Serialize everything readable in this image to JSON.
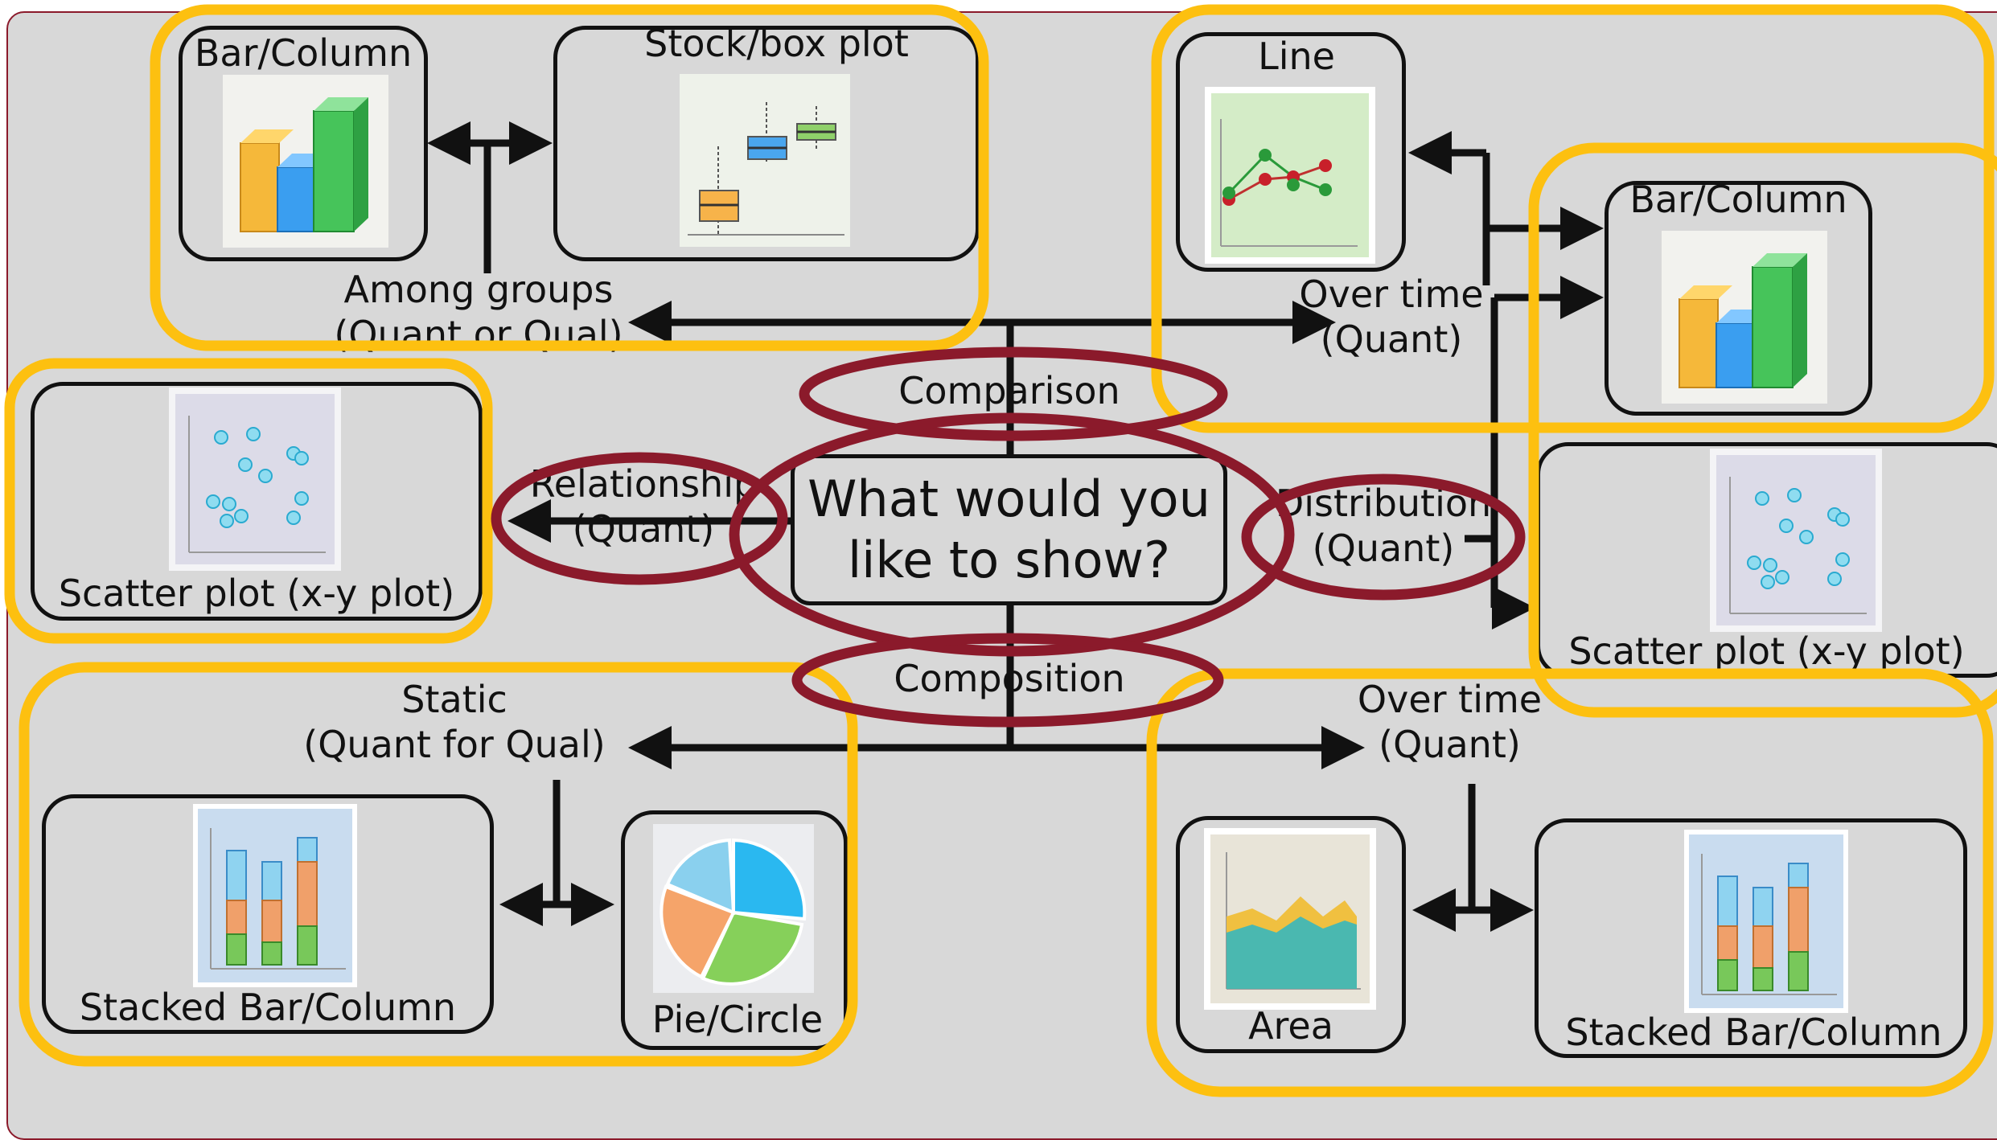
{
  "center": {
    "line1": "What would you",
    "line2": "like to show?"
  },
  "categories": {
    "comparison": "Comparison",
    "relationship_line1": "Relationship",
    "relationship_line2": "(Quant)",
    "distribution_line1": "Distribution",
    "distribution_line2": "(Quant)",
    "composition": "Composition"
  },
  "branches": {
    "among_groups_line1": "Among groups",
    "among_groups_line2": "(Quant or Qual)",
    "over_time_top_line1": "Over time",
    "over_time_top_line2": "(Quant)",
    "static_line1": "Static",
    "static_line2": "(Quant for Qual)",
    "over_time_bottom_line1": "Over time",
    "over_time_bottom_line2": "(Quant)"
  },
  "charts": {
    "bar_column_top": "Bar/Column",
    "stock_box": "Stock/box plot",
    "line": "Line",
    "bar_column_right": "Bar/Column",
    "scatter_left": "Scatter plot (x-y plot)",
    "scatter_right": "Scatter plot (x-y plot)",
    "stacked_left": "Stacked Bar/Column",
    "pie": "Pie/Circle",
    "area": "Area",
    "stacked_right": "Stacked Bar/Column"
  },
  "colors": {
    "highlight_yellow": "#fdc010",
    "highlight_maroon": "#8b1a2b",
    "slide_bg": "#d8d8d8"
  }
}
